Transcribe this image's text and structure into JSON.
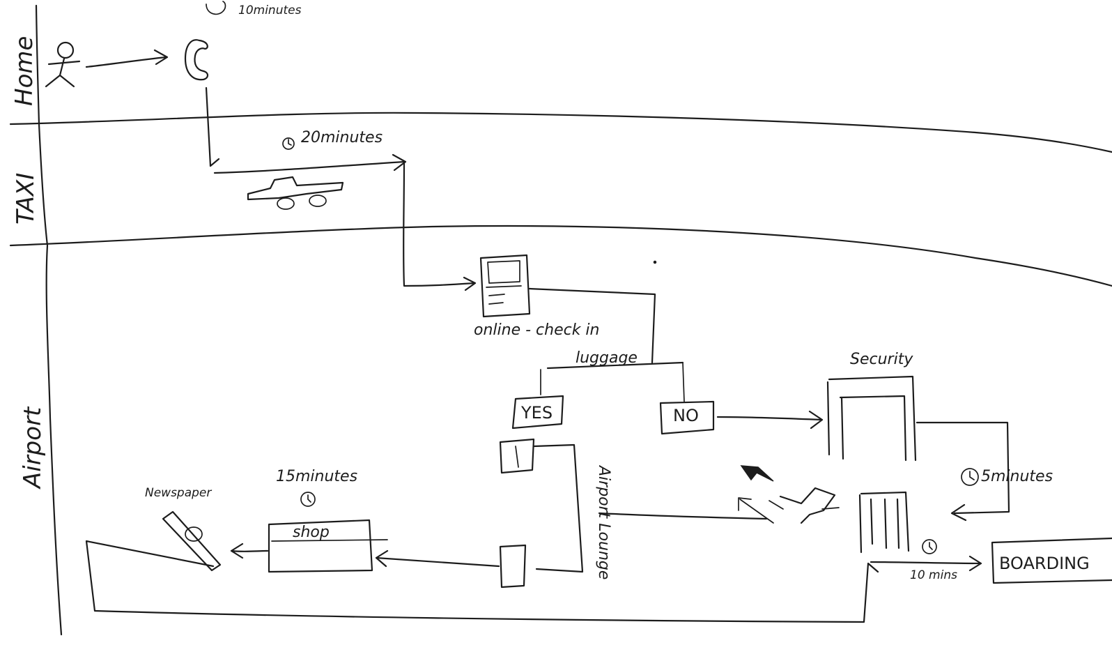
{
  "lanes": [
    "Home",
    "TAXI",
    "Airport"
  ],
  "labels": {
    "home_time": "10minutes",
    "taxi_time": "20minutes",
    "checkin": "online - check in",
    "luggage": "luggage",
    "yes": "YES",
    "no": "NO",
    "security": "Security",
    "airport_lounge": "Airport Lounge",
    "shop": "shop",
    "shop_time": "15minutes",
    "newspaper": "Newspaper",
    "security_time": "5minutes",
    "boarding_time": "10 mins",
    "boarding": "BOARDING"
  }
}
